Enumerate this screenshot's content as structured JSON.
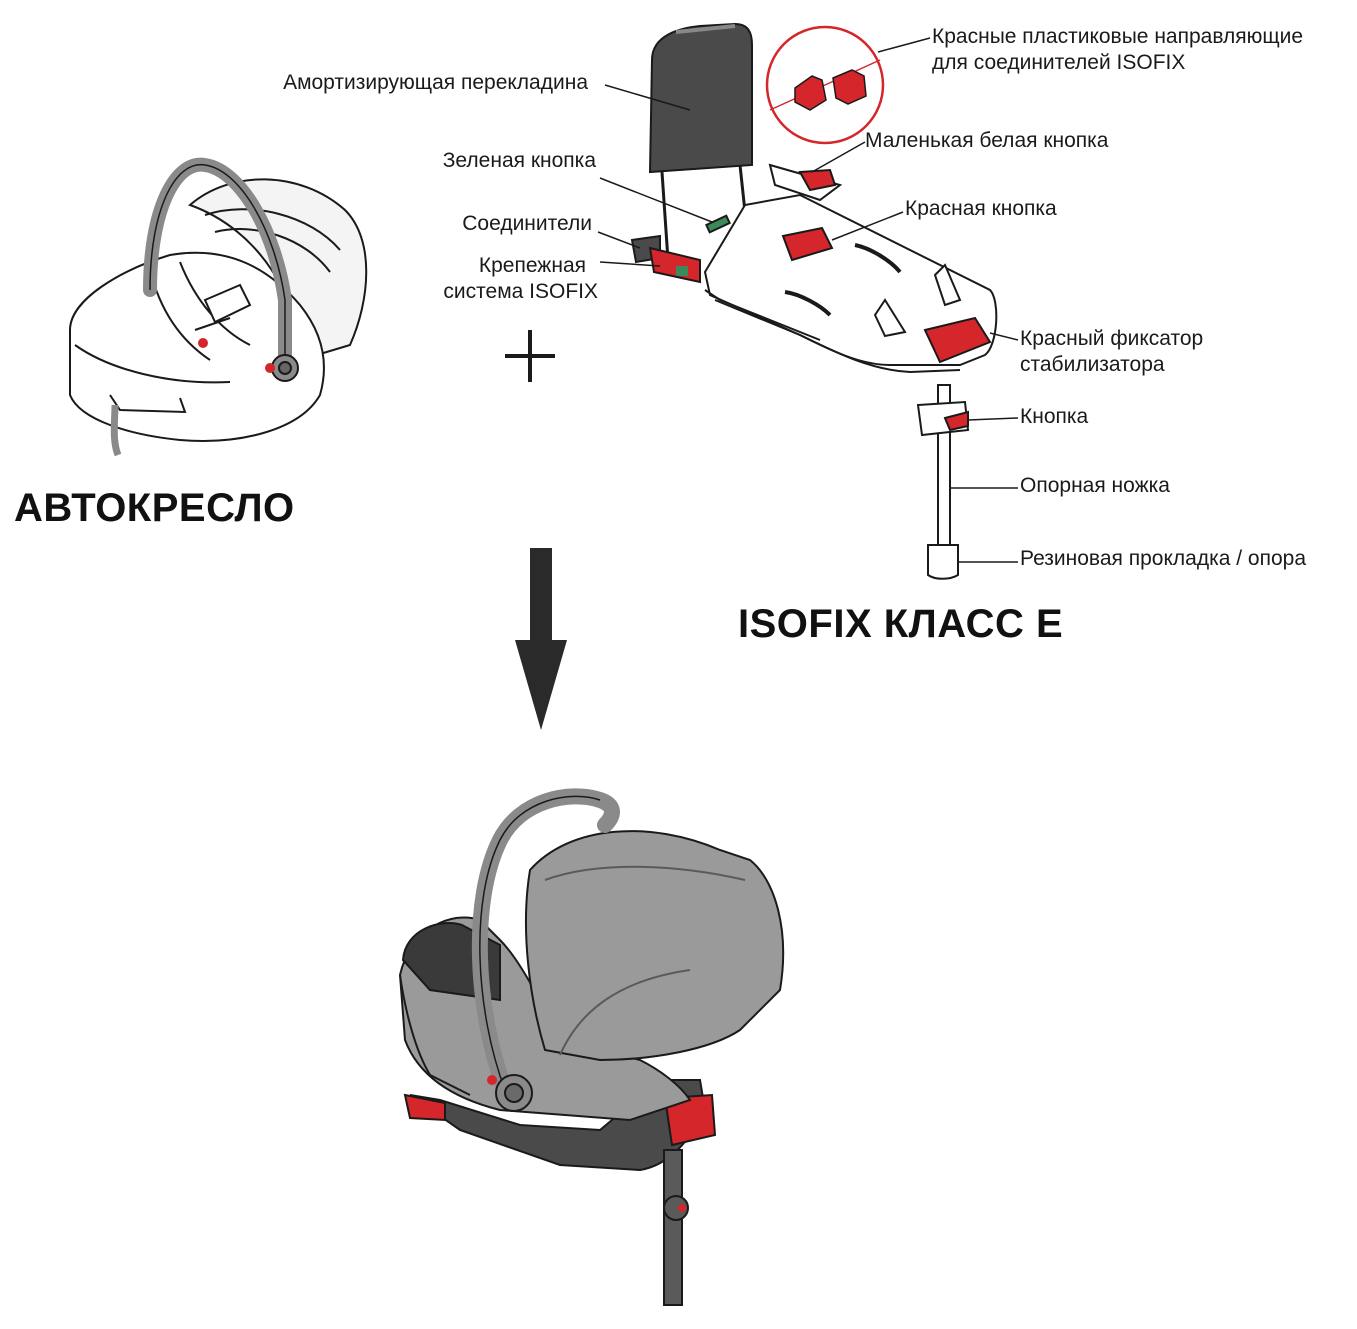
{
  "titles": {
    "car_seat": "АВТОКРЕСЛО",
    "isofix": "ISOFIX КЛАСС Е"
  },
  "labels": {
    "impact_bar": "Амортизирующая перекладина",
    "red_guides_1": "Красные пластиковые направляющие",
    "red_guides_2": "для соединителей ISOFIX",
    "small_white_button": "Маленькая белая кнопка",
    "green_button": "Зеленая кнопка",
    "red_button": "Красная кнопка",
    "connectors": "Соединители",
    "isofix_system_1": "Крепежная",
    "isofix_system_2": "система ISOFIX",
    "stabilizer_lock_1": "Красный фиксатор",
    "stabilizer_lock_2": "стабилизатора",
    "button": "Кнопка",
    "support_leg": "Опорная ножка",
    "rubber_pad": "Резиновая прокладка / опора"
  },
  "colors": {
    "accent_red": "#d4262b",
    "line_dark": "#1a1a1a",
    "gray_fabric": "#9a9a9a",
    "dark_gray": "#4a4a4a"
  },
  "icons": {
    "plus": "plus-icon",
    "arrow": "arrow-down-icon"
  }
}
